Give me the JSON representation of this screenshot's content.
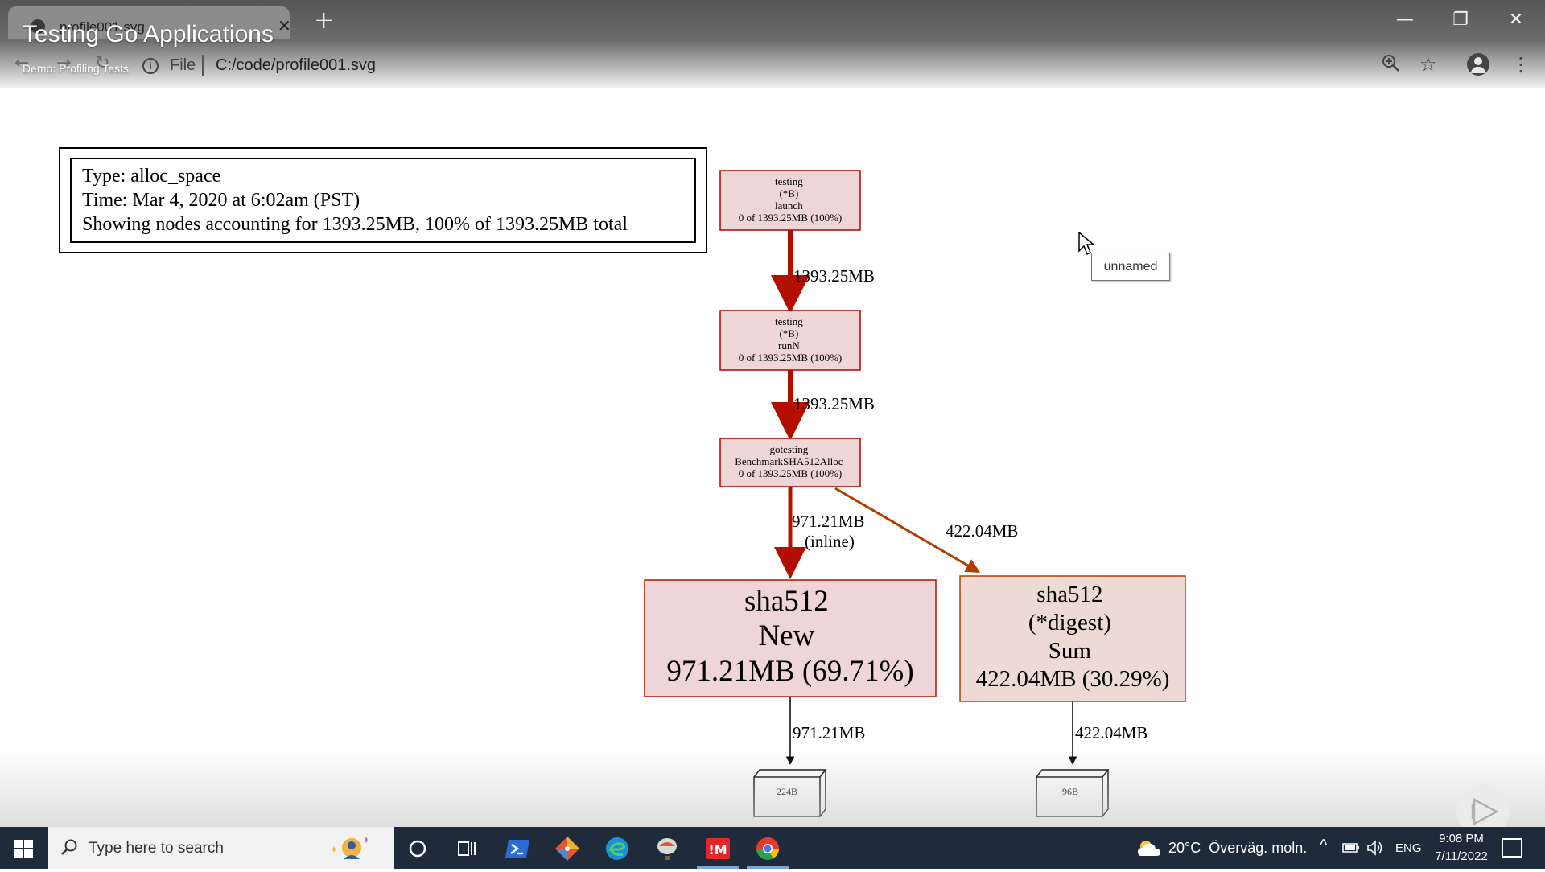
{
  "browser": {
    "tab_title": "profile001.svg",
    "url_scheme": "File",
    "url": "C:/code/profile001.svg"
  },
  "video_overlay": {
    "title": "Testing Go Applications",
    "subtitle": "Demo: Profiling Tests"
  },
  "tooltip": {
    "text": "unnamed"
  },
  "profile": {
    "legend": [
      "Type: alloc_space",
      "Time: Mar 4, 2020 at 6:02am (PST)",
      "Showing nodes accounting for 1393.25MB, 100% of 1393.25MB total"
    ],
    "nodes": {
      "launch": [
        "testing",
        "(*B)",
        "launch",
        "0 of 1393.25MB (100%)"
      ],
      "runN": [
        "testing",
        "(*B)",
        "runN",
        "0 of 1393.25MB (100%)"
      ],
      "bench": [
        "gotesting",
        "BenchmarkSHA512Alloc",
        "0 of 1393.25MB (100%)"
      ],
      "sha_new": [
        "sha512",
        "New",
        "971.21MB (69.71%)"
      ],
      "sha_sum": [
        "sha512",
        "(*digest)",
        "Sum",
        "422.04MB (30.29%)"
      ],
      "block_224": "224B",
      "block_96": "96B"
    },
    "edges": {
      "launch_to_runN": "1393.25MB",
      "runN_to_bench": "1393.25MB",
      "bench_to_new": [
        "971.21MB",
        "(inline)"
      ],
      "bench_to_sum": "422.04MB",
      "new_to_224": "971.21MB",
      "sum_to_96": "422.04MB"
    }
  },
  "taskbar": {
    "search_placeholder": "Type here to search",
    "weather": "20°C  Överväg. moln.",
    "language": "ENG",
    "time": "9:08 PM",
    "date": "7/11/2022"
  }
}
